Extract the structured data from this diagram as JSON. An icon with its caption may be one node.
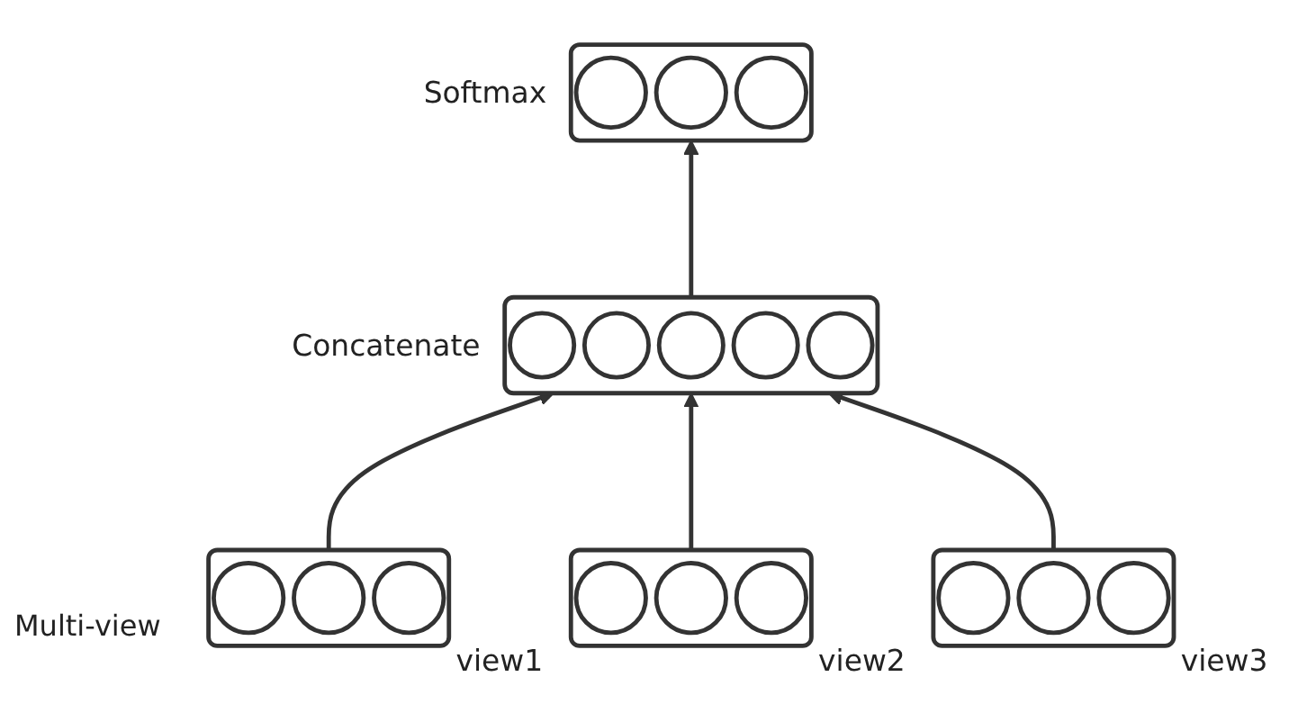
{
  "diagram": {
    "nodes": [
      {
        "text": [],
        "shape": "box",
        "beside": [
          "Softmax"
        ]
      },
      {
        "text": [],
        "shape": "box",
        "beside": [
          "Concatenate"
        ]
      },
      {
        "text": [],
        "shape": "box",
        "beside": [
          "view1"
        ]
      },
      {
        "text": [],
        "shape": "box",
        "beside": [
          "view2"
        ]
      },
      {
        "text": [],
        "shape": "box",
        "beside": [
          "view3"
        ]
      }
    ],
    "edges": [
      {
        "from": 2,
        "to": 1,
        "arrow": "to"
      },
      {
        "from": 3,
        "to": 1,
        "arrow": "to"
      },
      {
        "from": 4,
        "to": 1,
        "arrow": "to"
      },
      {
        "from": 1,
        "to": 0,
        "arrow": "to"
      }
    ],
    "labels": [
      "Multi-view"
    ]
  }
}
